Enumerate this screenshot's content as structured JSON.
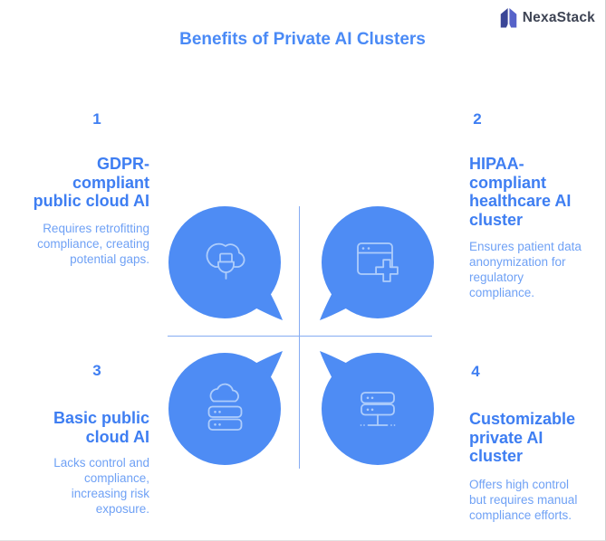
{
  "logo": {
    "brand": "NexaStack",
    "icon": "nexastack-mark-icon"
  },
  "title": "Benefits of Private AI Clusters",
  "quadrants": [
    {
      "number": "1",
      "heading": "GDPR-\ncompliant\npublic cloud AI",
      "description": "Requires retrofitting\ncompliance, creating\npotential gaps.",
      "icon": "cloud-plug-icon",
      "text_align": "right"
    },
    {
      "number": "2",
      "heading": "HIPAA-\ncompliant\nhealthcare AI\ncluster",
      "description": "Ensures patient data\nanonymization for\nregulatory\ncompliance.",
      "icon": "browser-medical-cross-icon",
      "text_align": "left"
    },
    {
      "number": "3",
      "heading": "Basic public\ncloud AI",
      "description": "Lacks control and\ncompliance,\nincreasing risk\nexposure.",
      "icon": "cloud-server-icon",
      "text_align": "right"
    },
    {
      "number": "4",
      "heading": "Customizable\nprivate AI\ncluster",
      "description": "Offers high control\nbut requires manual\ncompliance efforts.",
      "icon": "server-rack-network-icon",
      "text_align": "left"
    }
  ],
  "colors": {
    "bubble-blue": "#4e8cf4",
    "icon-stroke": "#aecdfb",
    "title-blue": "#4a8af6",
    "heading-blue": "#3e7ef2",
    "number-blue": "#3e7ef2",
    "desc-blue": "#6fa1f5",
    "divider-blue": "#86acf2",
    "logo-dark": "#3a4697",
    "logo-light": "#5663c9",
    "logo-text": "#3e4454"
  }
}
